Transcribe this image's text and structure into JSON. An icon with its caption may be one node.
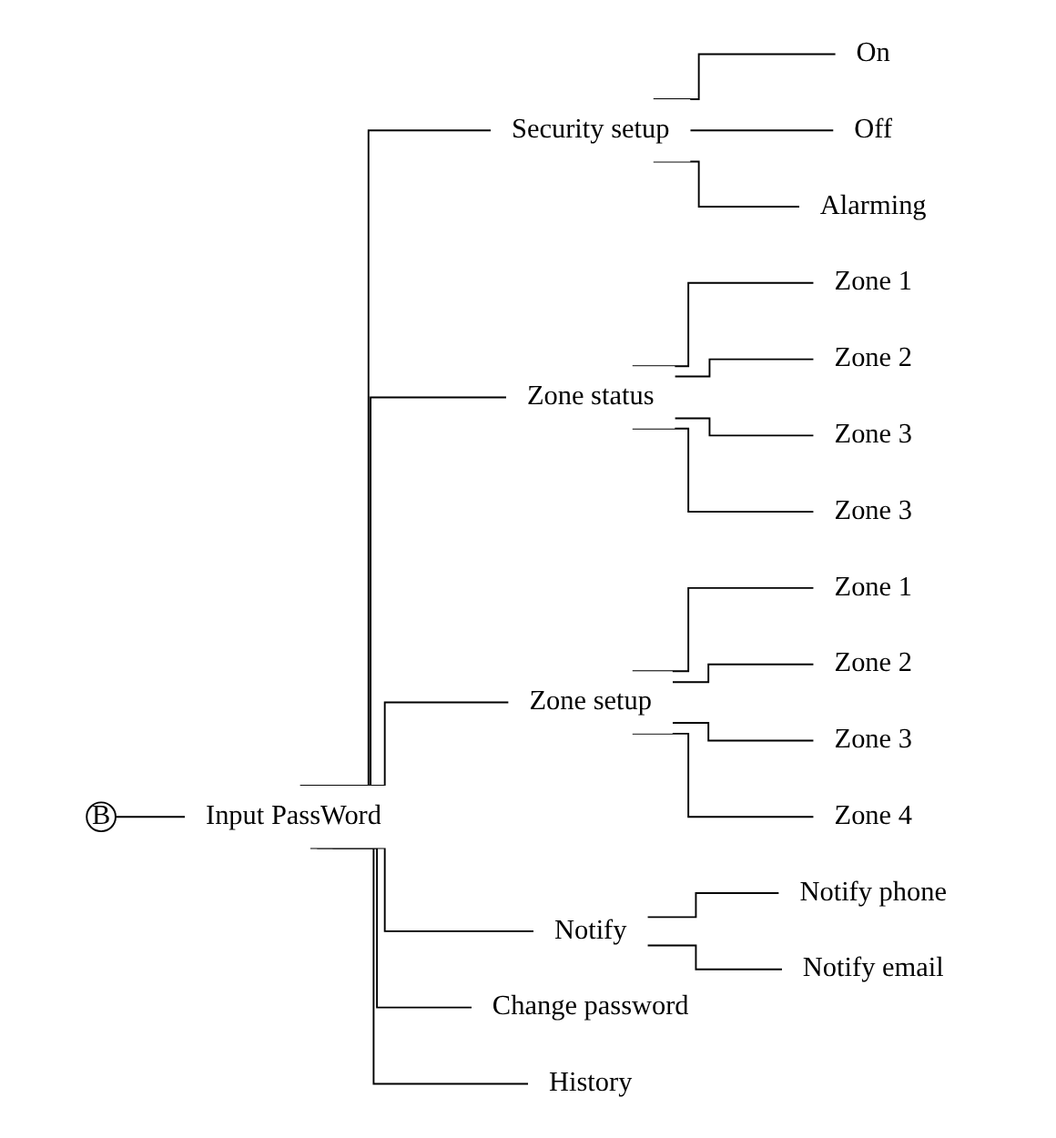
{
  "diagram": {
    "nodes": [
      {
        "text": [
          "B"
        ]
      },
      {
        "text": [
          "Input PassWord"
        ]
      },
      {
        "text": [
          "Security setup"
        ]
      },
      {
        "text": [
          "On"
        ]
      },
      {
        "text": [
          "Off"
        ]
      },
      {
        "text": [
          "Alarming"
        ]
      },
      {
        "text": [
          "Zone status"
        ]
      },
      {
        "text": [
          "Zone 1"
        ]
      },
      {
        "text": [
          "Zone 2"
        ]
      },
      {
        "text": [
          "Zone 3"
        ]
      },
      {
        "text": [
          "Zone 3"
        ]
      },
      {
        "text": [
          "Zone setup"
        ]
      },
      {
        "text": [
          "Zone 1"
        ]
      },
      {
        "text": [
          "Zone 2"
        ]
      },
      {
        "text": [
          "Zone 3"
        ]
      },
      {
        "text": [
          "Zone 4"
        ]
      },
      {
        "text": [
          "Notify"
        ]
      },
      {
        "text": [
          "Notify phone"
        ]
      },
      {
        "text": [
          "Notify email"
        ]
      },
      {
        "text": [
          "Change password"
        ]
      },
      {
        "text": [
          "History"
        ]
      }
    ],
    "edges": [
      {
        "from": 0,
        "to": 1,
        "arrow": "none"
      },
      {
        "from": 1,
        "to": 2,
        "arrow": "none"
      },
      {
        "from": 2,
        "to": 3,
        "arrow": "none"
      },
      {
        "from": 2,
        "to": 4,
        "arrow": "none"
      },
      {
        "from": 2,
        "to": 5,
        "arrow": "none"
      },
      {
        "from": 1,
        "to": 6,
        "arrow": "none"
      },
      {
        "from": 6,
        "to": 7,
        "arrow": "none"
      },
      {
        "from": 6,
        "to": 8,
        "arrow": "none"
      },
      {
        "from": 6,
        "to": 9,
        "arrow": "none"
      },
      {
        "from": 6,
        "to": 10,
        "arrow": "none"
      },
      {
        "from": 1,
        "to": 11,
        "arrow": "none"
      },
      {
        "from": 11,
        "to": 12,
        "arrow": "none"
      },
      {
        "from": 11,
        "to": 13,
        "arrow": "none"
      },
      {
        "from": 11,
        "to": 14,
        "arrow": "none"
      },
      {
        "from": 11,
        "to": 15,
        "arrow": "none"
      },
      {
        "from": 1,
        "to": 16,
        "arrow": "none"
      },
      {
        "from": 16,
        "to": 17,
        "arrow": "none"
      },
      {
        "from": 16,
        "to": 18,
        "arrow": "none"
      },
      {
        "from": 1,
        "to": 19,
        "arrow": "none"
      },
      {
        "from": 1,
        "to": 20,
        "arrow": "none"
      }
    ]
  }
}
